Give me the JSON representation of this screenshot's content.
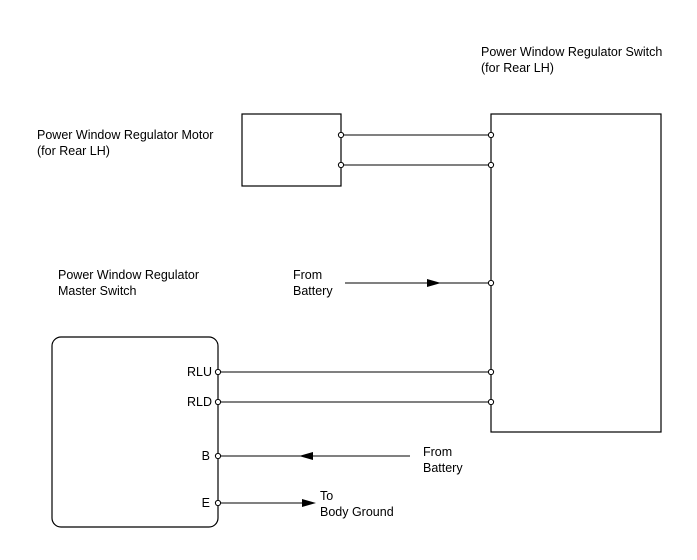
{
  "diagram": {
    "rear_switch": {
      "line1": "Power Window Regulator Switch",
      "line2": "(for Rear LH)"
    },
    "motor": {
      "line1": "Power Window Regulator Motor",
      "line2": "(for Rear LH)"
    },
    "master_switch": {
      "line1": "Power Window Regulator",
      "line2": "Master Switch"
    },
    "from_battery_top": {
      "line1": "From",
      "line2": "Battery"
    },
    "from_battery_bottom": {
      "line1": "From",
      "line2": "Battery"
    },
    "to_ground": {
      "line1": "To",
      "line2": "Body Ground"
    },
    "pins": {
      "rlu": "RLU",
      "rld": "RLD",
      "b": "B",
      "e": "E"
    }
  }
}
